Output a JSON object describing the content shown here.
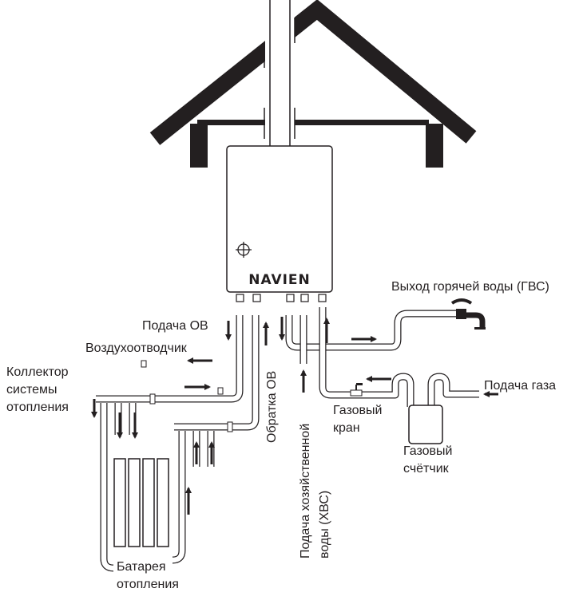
{
  "brand": "NAVIEN",
  "labels": {
    "heating_supply": "Подача ОВ",
    "air_vent": "Воздухоотводчик",
    "manifold_line1": "Коллектор",
    "manifold_line2": "системы",
    "manifold_line3": "отопления",
    "heating_return": "Обратка ОВ",
    "cold_water_line1": "Подача хозяйственной",
    "cold_water_line2": "воды (ХВС)",
    "hot_water_out": "Выход горячей воды (ГВС)",
    "gas_supply": "Подача газа",
    "gas_valve_line1": "Газовый",
    "gas_valve_line2": "кран",
    "gas_meter_line1": "Газовый",
    "gas_meter_line2": "счётчик",
    "radiator_line1": "Батарея",
    "radiator_line2": "отопления"
  },
  "colors": {
    "ink": "#231f20",
    "background": "#ffffff"
  }
}
